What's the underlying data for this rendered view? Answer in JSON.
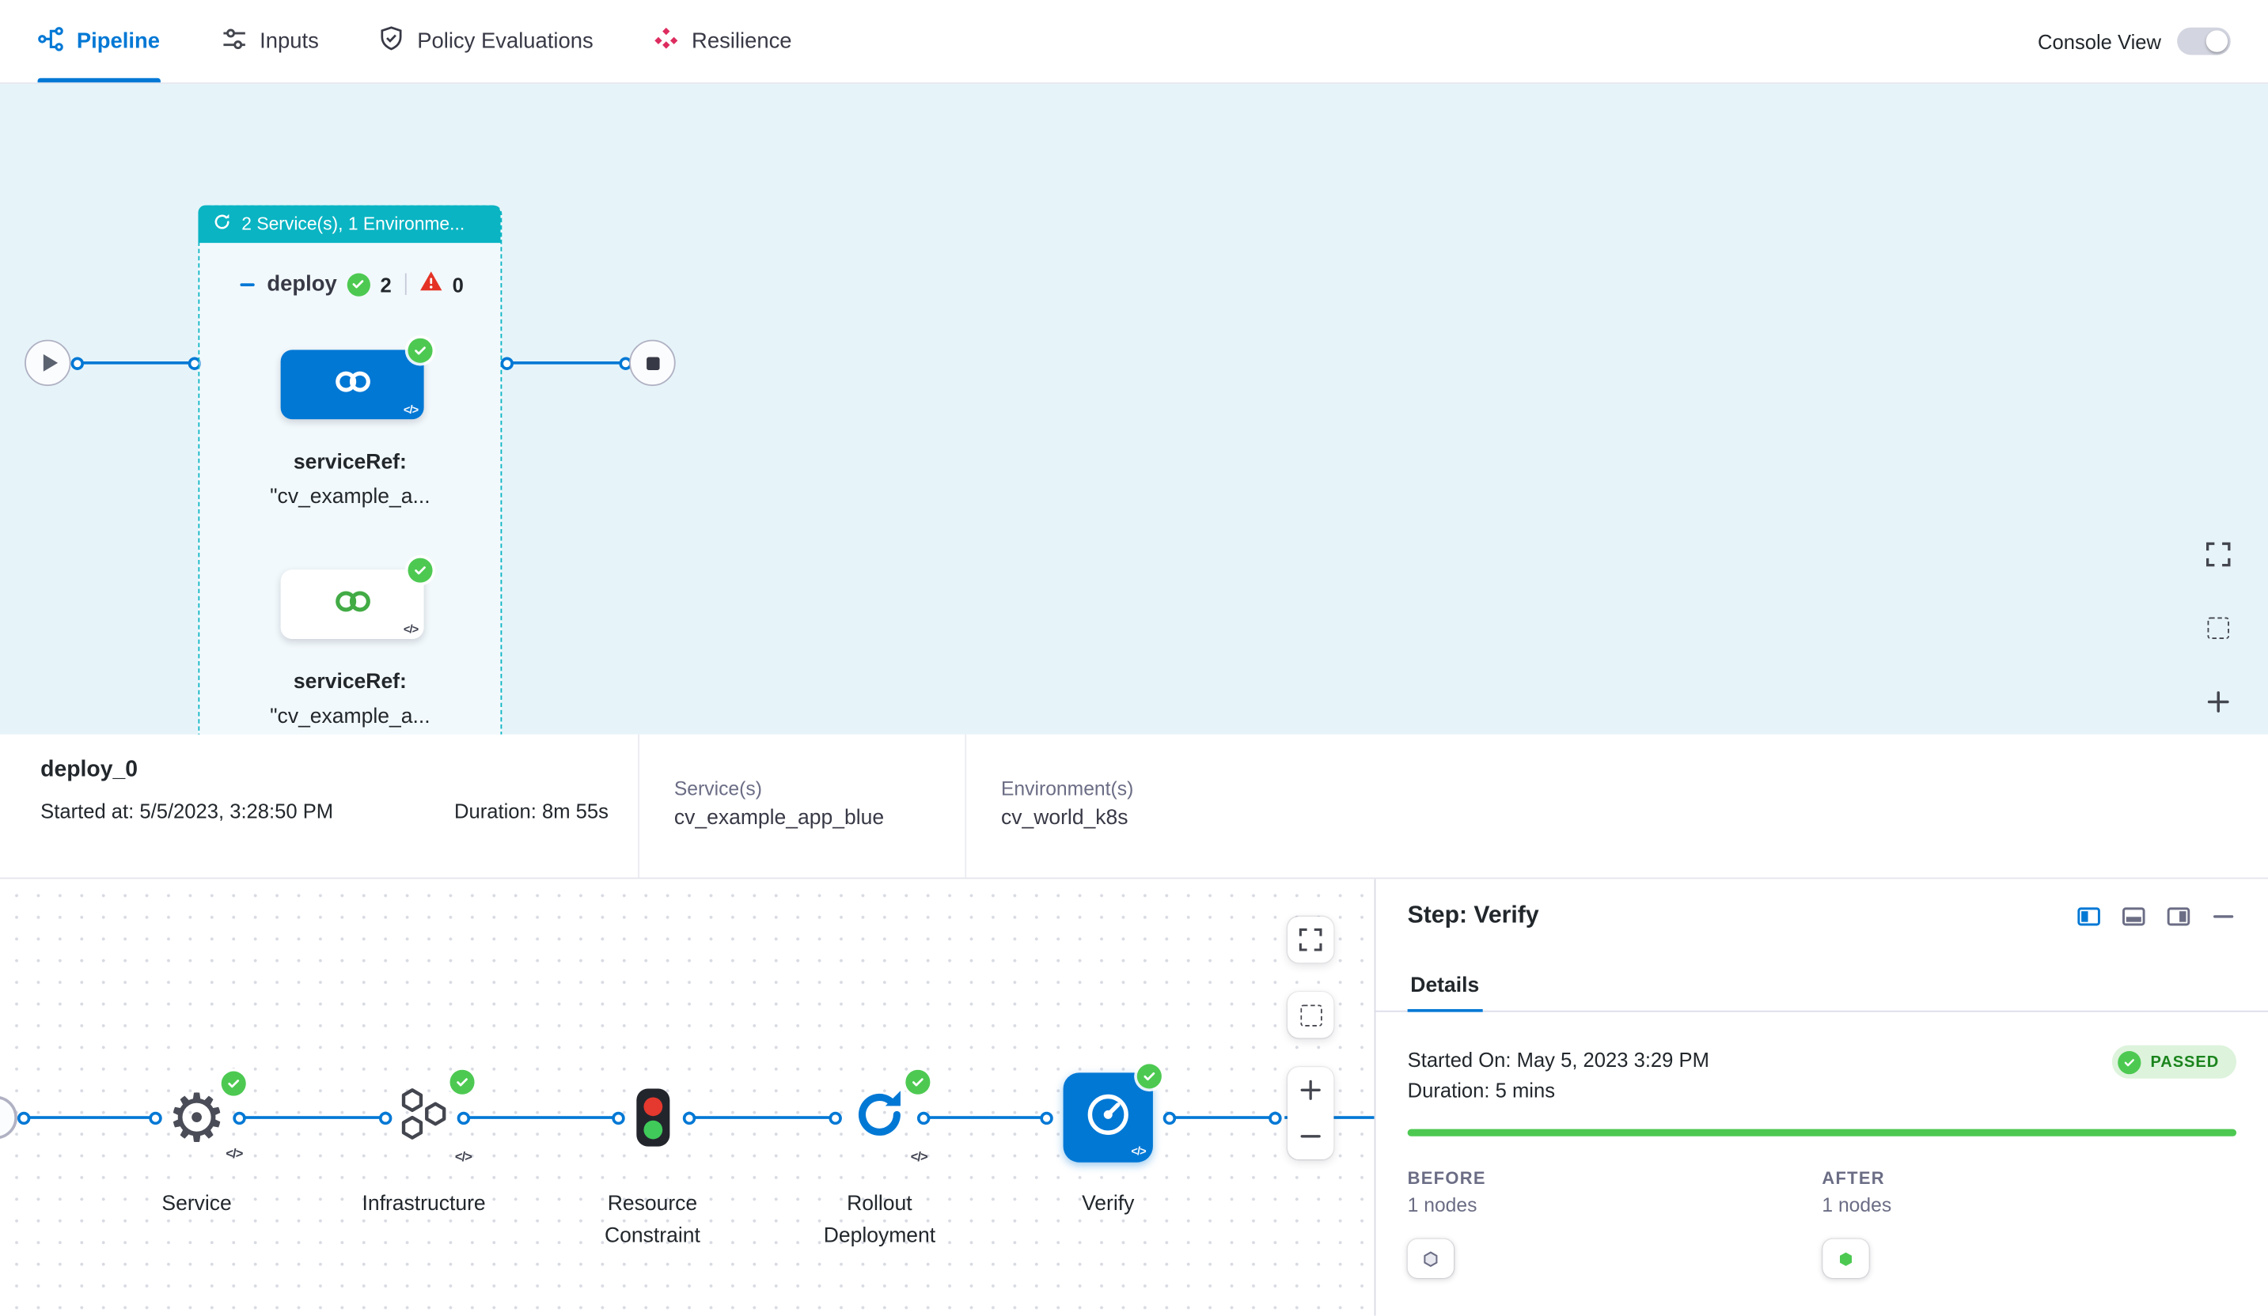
{
  "icons": {
    "code_glyph": "</>",
    "gear_glyph": "⚙"
  },
  "topnav": {
    "tabs": [
      {
        "label": "Pipeline"
      },
      {
        "label": "Inputs"
      },
      {
        "label": "Policy Evaluations"
      },
      {
        "label": "Resilience"
      }
    ],
    "console_view_label": "Console View"
  },
  "stage_canvas": {
    "group_badge": "2 Service(s), 1 Environme...",
    "stage_name": "deploy",
    "success_count": "2",
    "warning_count": "0",
    "services": [
      {
        "ref_label": "serviceRef:",
        "ref_value": "\"cv_example_a..."
      },
      {
        "ref_label": "serviceRef:",
        "ref_value": "\"cv_example_a..."
      }
    ]
  },
  "summary": {
    "stage_id": "deploy_0",
    "started_label": "Started at:",
    "started_value": "5/5/2023, 3:28:50 PM",
    "duration_label": "Duration:",
    "duration_value": "8m 55s",
    "services_label": "Service(s)",
    "services_value": "cv_example_app_blue",
    "environments_label": "Environment(s)",
    "environments_value": "cv_world_k8s"
  },
  "execution": {
    "steps": [
      {
        "label": "Service"
      },
      {
        "label": "Infrastructure"
      },
      {
        "label": "Resource Constraint"
      },
      {
        "label": "Rollout Deployment"
      },
      {
        "label": "Verify"
      }
    ]
  },
  "details_panel": {
    "title": "Step: Verify",
    "tabs": [
      {
        "label": "Details"
      }
    ],
    "started_label": "Started On:",
    "started_value": "May 5, 2023 3:29 PM",
    "duration_label": "Duration:",
    "duration_value": "5 mins",
    "status_badge": "PASSED",
    "before_label": "BEFORE",
    "before_count": "1 nodes",
    "after_label": "AFTER",
    "after_count": "1 nodes"
  },
  "colors": {
    "primary_blue": "#0278d5",
    "teal": "#0ab4c3",
    "success_green": "#4dc952",
    "error_red": "#e43326",
    "canvas_bg": "#e6f4f9"
  }
}
